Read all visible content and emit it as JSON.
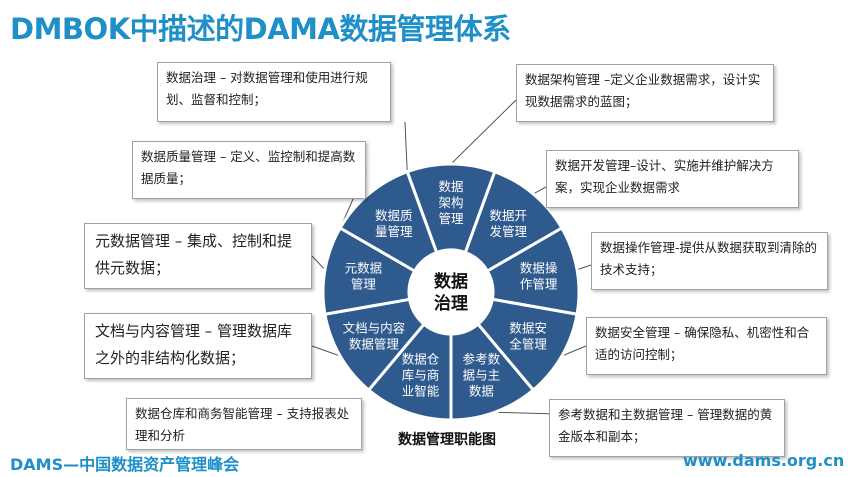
{
  "slide": {
    "title": "DMBOK中描述的DAMA数据管理体系",
    "caption": "数据管理职能图",
    "footer_left": "DAMS—中国数据资产管理峰会",
    "footer_right": "www.dams.org.cn"
  },
  "wheel": {
    "center": [
      "数据",
      "治理"
    ],
    "segments": [
      {
        "lines": [
          "数据",
          "架构",
          "管理"
        ]
      },
      {
        "lines": [
          "数据开",
          "发管理"
        ]
      },
      {
        "lines": [
          "数据操",
          "作管理"
        ]
      },
      {
        "lines": [
          "数据安",
          "全管理"
        ]
      },
      {
        "lines": [
          "参考数",
          "据与主",
          "数据"
        ]
      },
      {
        "lines": [
          "数据仓",
          "库与商",
          "业智能"
        ]
      },
      {
        "lines": [
          "文档与内容",
          "数据管理"
        ]
      },
      {
        "lines": [
          "元数据",
          "管理"
        ]
      },
      {
        "lines": [
          "数据质",
          "量管理"
        ]
      }
    ],
    "colors": {
      "segment": "#2e5a8e",
      "border": "#ffffff",
      "center_fill": "#ffffff"
    }
  },
  "boxes": {
    "governance": "数据治理 – 对数据管理和使用进行规划、监督和控制；",
    "architecture": "数据架构管理 –定义企业数据需求，设计实现数据需求的蓝图；",
    "quality": "数据质量管理 – 定义、监控制和提高数据质量；",
    "development": "数据开发管理–设计、实施并维护解决方案，实现企业数据需求",
    "metadata": "元数据管理 – 集成、控制和提供元数据；",
    "operations": "数据操作管理-提供从数据获取到清除的技术支持；",
    "document": "文档与内容管理 – 管理数据库之外的非结构化数据；",
    "security": "数据安全管理 – 确保隐私、机密性和合适的访问控制；",
    "dw_bi": "数据仓库和商务智能管理 – 支持报表处理和分析",
    "reference": "参考数据和主数据管理 – 管理数据的黄金版本和副本；"
  }
}
